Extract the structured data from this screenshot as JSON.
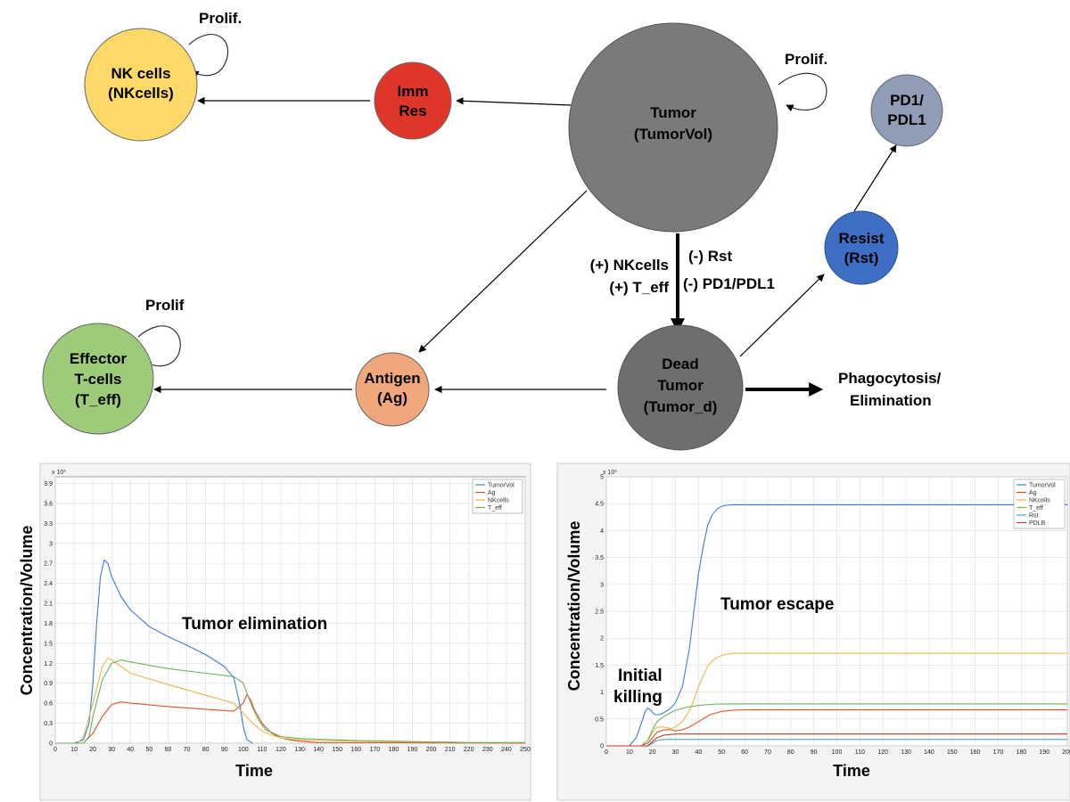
{
  "nodes": {
    "nk": {
      "line1": "NK cells",
      "line2": "(NKcells)",
      "color": "#FDD96A"
    },
    "immres": {
      "line1": "Imm",
      "line2": "Res",
      "color": "#E0362A"
    },
    "tumor": {
      "line1": "Tumor",
      "line2": "(TumorVol)",
      "color": "#7A7A7A"
    },
    "pd1": {
      "line1": "PD1/",
      "line2": "PDL1",
      "color": "#8F9EB6"
    },
    "resist": {
      "line1": "Resist",
      "line2": "(Rst)",
      "color": "#3E6FC5"
    },
    "deadtumor": {
      "line1": "Dead",
      "line2": "Tumor",
      "line3": "(Tumor_d)",
      "color": "#6E6E6E"
    },
    "antigen": {
      "line1": "Antigen",
      "line2": "(Ag)",
      "color": "#F1A77C"
    },
    "teff": {
      "line1": "Effector",
      "line2": "T-cells",
      "line3": "(T_eff)",
      "color": "#9DCB7A"
    }
  },
  "labels": {
    "nk_prolif": "Prolif.",
    "tumor_prolif": "Prolif.",
    "teff_prolif": "Prolif",
    "pos_effects_1": "(+) NKcells",
    "pos_effects_2": "(+) T_eff",
    "neg_effects_1": "(-) Rst",
    "neg_effects_2": "(-) PD1/PDL1",
    "phago_1": "Phagocytosis/",
    "phago_2": "Elimination"
  },
  "chart_data": [
    {
      "type": "line",
      "xlabel": "Time",
      "ylabel": "Concentration/Volume",
      "exponent": "x 10³",
      "xlim": [
        0,
        250
      ],
      "ylim": [
        0,
        4
      ],
      "xticks": [
        "0",
        "10",
        "20",
        "30",
        "40",
        "50",
        "60",
        "70",
        "80",
        "90",
        "100",
        "110",
        "120",
        "130",
        "140",
        "150",
        "160",
        "170",
        "180",
        "190",
        "200",
        "210",
        "220",
        "230",
        "240",
        "250"
      ],
      "yticks": [
        "0",
        "0.3",
        "0.6",
        "0.9",
        "1.2",
        "1.5",
        "1.8",
        "2.1",
        "2.4",
        "2.7",
        "3",
        "3.3",
        "3.6",
        "3.9"
      ],
      "annotation": "Tumor elimination",
      "series": [
        {
          "name": "TumorVol",
          "color": "#3B7DD8",
          "x": [
            0,
            10,
            15,
            18,
            20,
            22,
            24,
            26,
            28,
            30,
            35,
            40,
            50,
            60,
            70,
            80,
            90,
            95,
            98,
            100,
            102,
            105
          ],
          "y": [
            0,
            0,
            0.05,
            0.3,
            0.9,
            1.8,
            2.5,
            2.75,
            2.7,
            2.5,
            2.2,
            2.0,
            1.75,
            1.6,
            1.47,
            1.33,
            1.15,
            0.98,
            0.6,
            0.25,
            0.05,
            0
          ]
        },
        {
          "name": "Ag",
          "color": "#D9542B",
          "x": [
            0,
            15,
            20,
            25,
            30,
            35,
            40,
            60,
            80,
            95,
            100,
            102,
            104,
            106,
            110,
            115,
            120,
            125,
            130,
            140,
            250
          ],
          "y": [
            0,
            0,
            0.15,
            0.4,
            0.58,
            0.62,
            0.6,
            0.55,
            0.51,
            0.48,
            0.6,
            0.73,
            0.65,
            0.5,
            0.3,
            0.15,
            0.08,
            0.05,
            0.03,
            0.01,
            0
          ]
        },
        {
          "name": "NKcells",
          "color": "#E8B84A",
          "x": [
            0,
            12,
            15,
            20,
            25,
            28,
            30,
            35,
            40,
            60,
            80,
            95,
            100,
            105,
            110,
            115,
            120,
            130,
            140,
            160,
            180,
            200,
            220,
            250
          ],
          "y": [
            0,
            0,
            0.1,
            0.6,
            1.15,
            1.28,
            1.25,
            1.15,
            1.05,
            0.88,
            0.72,
            0.6,
            0.45,
            0.3,
            0.18,
            0.12,
            0.08,
            0.05,
            0.04,
            0.03,
            0.02,
            0.02,
            0.01,
            0.01
          ]
        },
        {
          "name": "T_eff",
          "color": "#6DB35A",
          "x": [
            0,
            15,
            18,
            20,
            25,
            30,
            35,
            40,
            60,
            80,
            95,
            100,
            104,
            108,
            112,
            120,
            130,
            140,
            160,
            180,
            200,
            220,
            250
          ],
          "y": [
            0,
            0,
            0.1,
            0.4,
            0.95,
            1.2,
            1.25,
            1.22,
            1.12,
            1.05,
            1.0,
            0.9,
            0.6,
            0.35,
            0.2,
            0.1,
            0.07,
            0.06,
            0.04,
            0.03,
            0.02,
            0.01,
            0.01
          ]
        }
      ]
    },
    {
      "type": "line",
      "xlabel": "Time",
      "ylabel": "Concentration/Volume",
      "exponent": "x 10³",
      "xlim": [
        0,
        200
      ],
      "ylim": [
        0,
        5
      ],
      "xticks": [
        "0",
        "10",
        "20",
        "30",
        "40",
        "50",
        "60",
        "70",
        "80",
        "90",
        "100",
        "110",
        "120",
        "130",
        "140",
        "150",
        "160",
        "170",
        "180",
        "190",
        "200"
      ],
      "yticks": [
        "0",
        "0.5",
        "1",
        "1.5",
        "2",
        "2.5",
        "3",
        "3.5",
        "4",
        "4.5",
        "5"
      ],
      "annotation1": "Tumor escape",
      "annotation2_line1": "Initial",
      "annotation2_line2": "killing",
      "series": [
        {
          "name": "TumorVol",
          "color": "#3B7DD8",
          "x": [
            0,
            10,
            13,
            15,
            17,
            18,
            19,
            21,
            23,
            25,
            28,
            30,
            33,
            36,
            38,
            40,
            42,
            44,
            46,
            48,
            50,
            52,
            55,
            60,
            80,
            200
          ],
          "y": [
            0,
            0,
            0.15,
            0.4,
            0.65,
            0.7,
            0.67,
            0.58,
            0.58,
            0.62,
            0.7,
            0.8,
            1.1,
            1.8,
            2.5,
            3.2,
            3.7,
            4.1,
            4.3,
            4.4,
            4.45,
            4.47,
            4.48,
            4.48,
            4.48,
            4.48
          ]
        },
        {
          "name": "Ag",
          "color": "#D9542B",
          "x": [
            0,
            15,
            18,
            20,
            22,
            25,
            28,
            30,
            33,
            36,
            40,
            45,
            50,
            55,
            60,
            200
          ],
          "y": [
            0,
            0,
            0.05,
            0.15,
            0.25,
            0.3,
            0.3,
            0.28,
            0.3,
            0.35,
            0.45,
            0.58,
            0.64,
            0.66,
            0.67,
            0.67
          ]
        },
        {
          "name": "NKcells",
          "color": "#E8B84A",
          "x": [
            0,
            15,
            18,
            20,
            22,
            25,
            28,
            30,
            33,
            36,
            38,
            40,
            42,
            44,
            46,
            48,
            50,
            52,
            55,
            60,
            200
          ],
          "y": [
            0,
            0,
            0.1,
            0.25,
            0.35,
            0.35,
            0.32,
            0.35,
            0.45,
            0.65,
            0.85,
            1.1,
            1.3,
            1.48,
            1.58,
            1.64,
            1.68,
            1.7,
            1.72,
            1.72,
            1.72
          ]
        },
        {
          "name": "T_eff",
          "color": "#6DB35A",
          "x": [
            0,
            15,
            18,
            20,
            22,
            25,
            28,
            30,
            35,
            40,
            45,
            50,
            60,
            200
          ],
          "y": [
            0,
            0,
            0.1,
            0.3,
            0.45,
            0.55,
            0.62,
            0.66,
            0.72,
            0.75,
            0.77,
            0.78,
            0.78,
            0.78
          ]
        },
        {
          "name": "Rst",
          "color": "#4AA8D8",
          "x": [
            0,
            18,
            20,
            22,
            25,
            30,
            40,
            200
          ],
          "y": [
            0,
            0,
            0.05,
            0.1,
            0.12,
            0.12,
            0.12,
            0.12
          ]
        },
        {
          "name": "PDLB",
          "color": "#C0392B",
          "x": [
            0,
            18,
            20,
            22,
            25,
            30,
            40,
            200
          ],
          "y": [
            0,
            0,
            0.08,
            0.15,
            0.2,
            0.22,
            0.22,
            0.22
          ]
        }
      ]
    }
  ]
}
